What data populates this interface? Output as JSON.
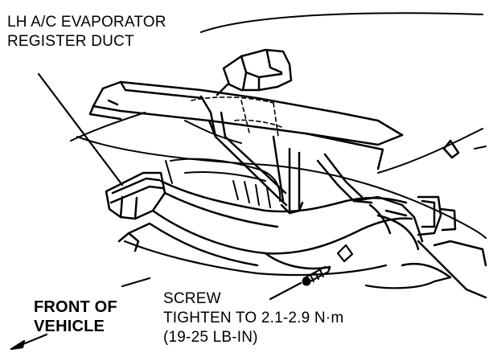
{
  "labels": {
    "duct_line1": "LH A/C EVAPORATOR",
    "duct_line2": "REGISTER DUCT",
    "screw_line1": "SCREW",
    "screw_line2": "TIGHTEN TO 2.1-2.9 N·m",
    "screw_line3": "(19-25 LB-IN)",
    "front_line1": "FRONT OF",
    "front_line2": "VEHICLE"
  },
  "colors": {
    "ink": "#000000",
    "paper": "#ffffff"
  }
}
